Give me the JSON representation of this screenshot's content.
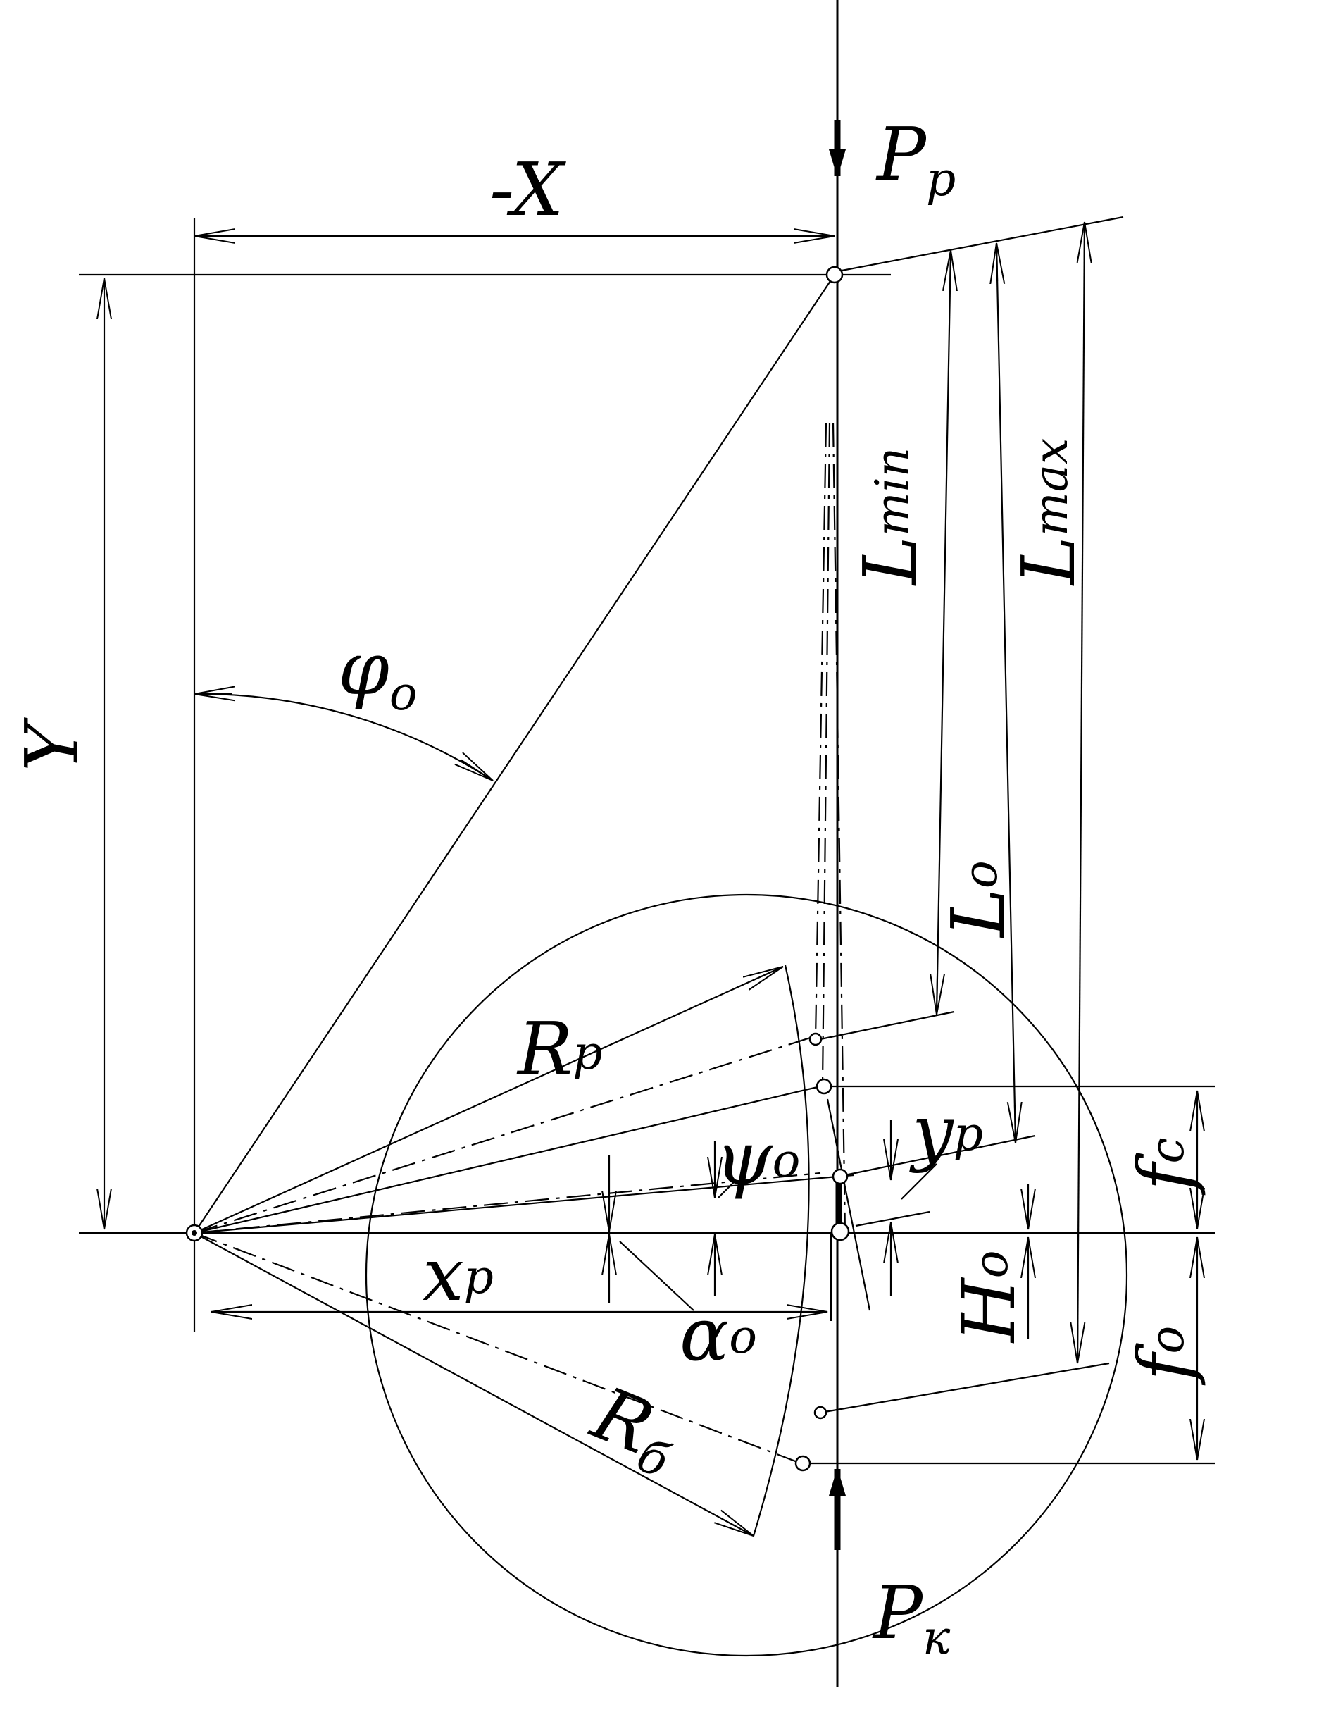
{
  "labels": {
    "p_p": {
      "main": "P",
      "sub": "p"
    },
    "neg_x": "-X",
    "y": "Y",
    "phi_o": {
      "main": "φ",
      "sub": "o"
    },
    "l_min": {
      "main": "L",
      "sub": "min"
    },
    "l_max": {
      "main": "L",
      "sub": "max"
    },
    "l_o": {
      "main": "L",
      "sub": "o"
    },
    "r_p": {
      "main": "R",
      "sub": "p"
    },
    "psi_o": {
      "main": "ψ",
      "sub": "o"
    },
    "y_p": {
      "main": "y",
      "sub": "p"
    },
    "f_c": {
      "main": "f",
      "sub": "c"
    },
    "x_p": {
      "main": "x",
      "sub": "p"
    },
    "h_o": {
      "main": "H",
      "sub": "o"
    },
    "alpha_o": {
      "main": "α",
      "sub": "o"
    },
    "f_o": {
      "main": "f",
      "sub": "o"
    },
    "r_b": {
      "main": "R",
      "sub": "б"
    },
    "p_k": {
      "main": "P",
      "sub": "к"
    }
  }
}
